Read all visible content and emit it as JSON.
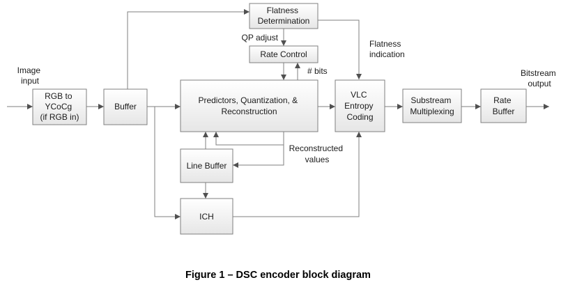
{
  "blocks": {
    "rgb_to_ycocg": [
      "RGB to",
      "YCoCg",
      "(if RGB in)"
    ],
    "buffer": [
      "Buffer"
    ],
    "flatness_determination": [
      "Flatness",
      "Determination"
    ],
    "rate_control": [
      "Rate Control"
    ],
    "predictors": [
      "Predictors, Quantization, &",
      "Reconstruction"
    ],
    "vlc_entropy_coding": [
      "VLC",
      "Entropy",
      "Coding"
    ],
    "substream_multiplexing": [
      "Substream",
      "Multiplexing"
    ],
    "rate_buffer": [
      "Rate",
      "Buffer"
    ],
    "line_buffer": [
      "Line Buffer"
    ],
    "ich": [
      "ICH"
    ]
  },
  "labels": {
    "image_input": [
      "Image",
      "input"
    ],
    "qp_adjust": "QP adjust",
    "flatness_indication": [
      "Flatness",
      "indication"
    ],
    "num_bits": "# bits",
    "reconstructed_values": [
      "Reconstructed",
      "values"
    ],
    "bitstream_output": [
      "Bitstream",
      "output"
    ]
  },
  "caption": "Figure 1 – DSC encoder block diagram"
}
